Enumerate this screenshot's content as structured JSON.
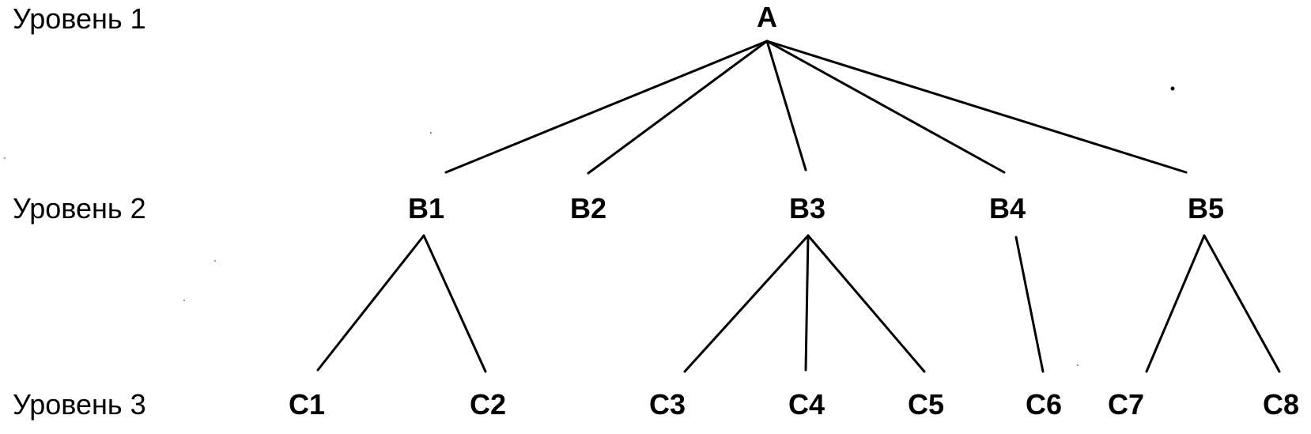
{
  "levels": [
    {
      "label": "Уровень 1"
    },
    {
      "label": "Уровень 2"
    },
    {
      "label": "Уровень 3"
    }
  ],
  "nodes": {
    "a": "A",
    "b1": "B1",
    "b2": "B2",
    "b3": "B3",
    "b4": "B4",
    "b5": "B5",
    "c1": "C1",
    "c2": "C2",
    "c3": "C3",
    "c4": "C4",
    "c5": "C5",
    "c6": "C6",
    "c7": "C7",
    "c8": "C8"
  },
  "edges": [
    [
      "a",
      "b1"
    ],
    [
      "a",
      "b2"
    ],
    [
      "a",
      "b3"
    ],
    [
      "a",
      "b4"
    ],
    [
      "a",
      "b5"
    ],
    [
      "b1",
      "c1"
    ],
    [
      "b1",
      "c2"
    ],
    [
      "b3",
      "c3"
    ],
    [
      "b3",
      "c4"
    ],
    [
      "b3",
      "c5"
    ],
    [
      "b4",
      "c6"
    ],
    [
      "b5",
      "c7"
    ],
    [
      "b5",
      "c8"
    ]
  ]
}
